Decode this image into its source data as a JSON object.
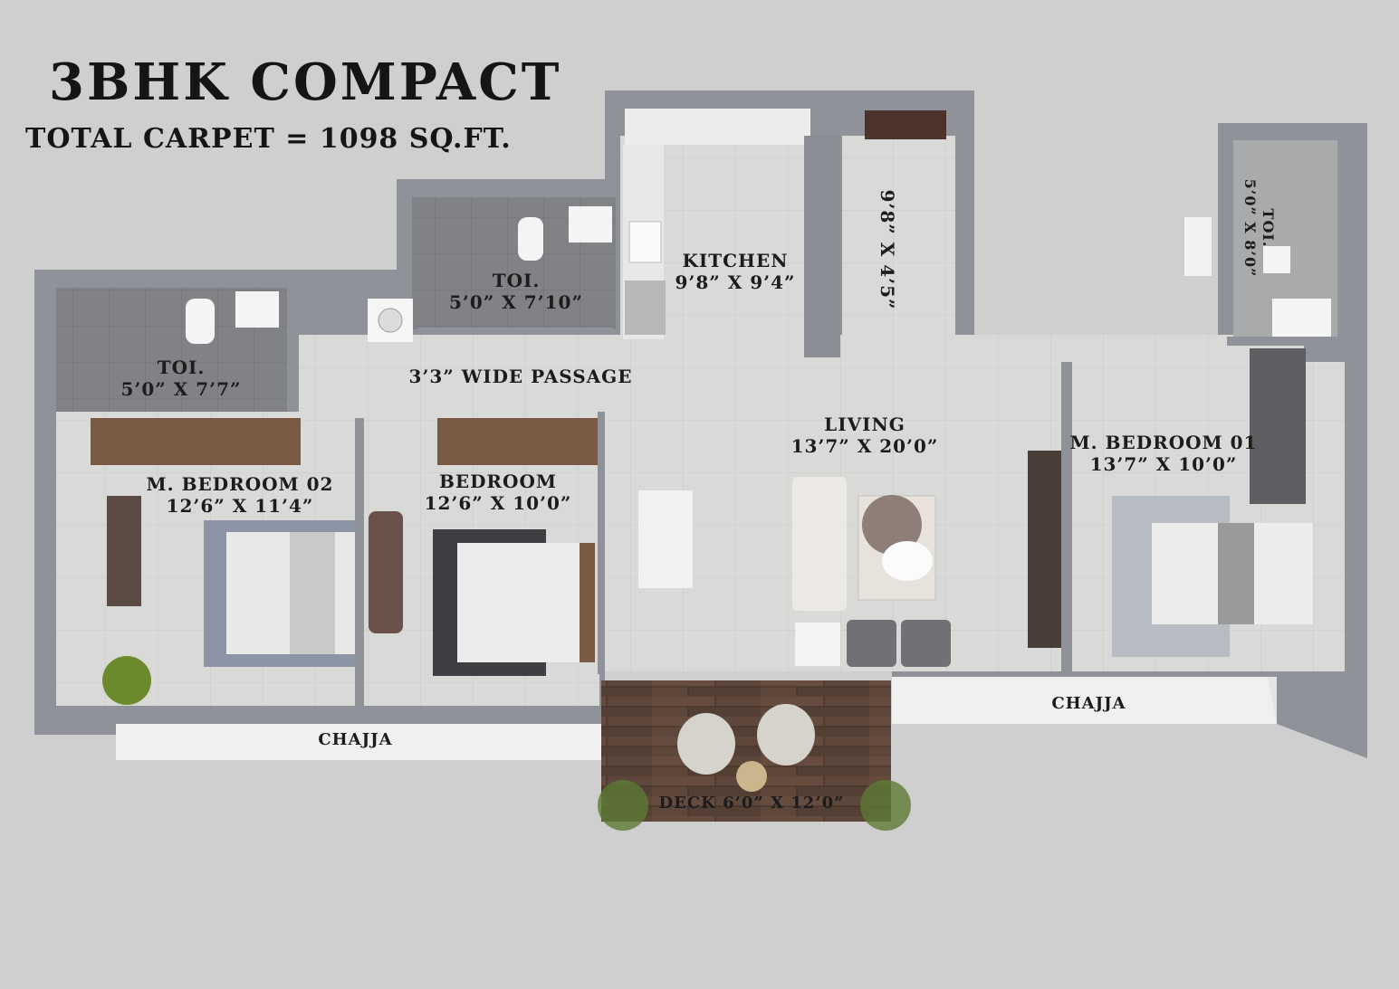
{
  "header": {
    "title": "3BHK COMPACT",
    "subtitle": "TOTAL CARPET = 1098 SQ.FT."
  },
  "rooms": {
    "toi_kitchen": {
      "name": "TOI.",
      "size": "5’0” X 7’10”"
    },
    "kitchen": {
      "name": "KITCHEN",
      "size": "9’8” X 9’4”"
    },
    "utility": {
      "size": "9’8” X 4’5”"
    },
    "toi_master01": {
      "name": "TOI.",
      "size": "5’0” X 8’0”"
    },
    "toi_master02": {
      "name": "TOI.",
      "size": "5’0” X 7’7”"
    },
    "passage": {
      "name": "3’3” WIDE PASSAGE"
    },
    "living": {
      "name": "LIVING",
      "size": "13’7” X 20’0”"
    },
    "master_bedroom_01": {
      "name": "M. BEDROOM 01",
      "size": "13’7” X 10’0”"
    },
    "master_bedroom_02": {
      "name": "M. BEDROOM 02",
      "size": "12’6” X 11’4”"
    },
    "bedroom": {
      "name": "BEDROOM",
      "size": "12’6” X 10’0”"
    },
    "chajja_left": {
      "name": "CHAJJA"
    },
    "chajja_right": {
      "name": "CHAJJA"
    },
    "deck": {
      "name": "DECK 6’0” X 12’0”"
    }
  },
  "colors": {
    "background": "#cfcfcf",
    "wall": "#8a8d93",
    "floor": "#d7d7d5",
    "toilet_floor": "#7d7f82",
    "deck": "#5a4438",
    "wardrobe": "#7a5a45",
    "chajja": "#eeeeee"
  }
}
